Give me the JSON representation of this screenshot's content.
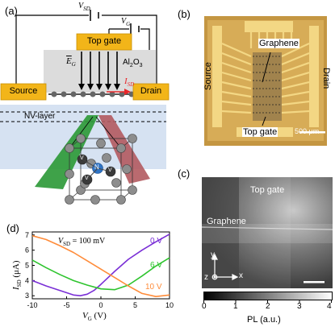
{
  "panel_a": {
    "label": "(a)",
    "vsd": "V",
    "vsd_sub": "SD",
    "vg": "V",
    "vg_sub": "G",
    "top_gate": "Top gate",
    "eg": "E",
    "eg_sub": "G",
    "al2o3": "Al",
    "al2o3_sub1": "2",
    "al2o3_mid": "O",
    "al2o3_sub2": "3",
    "isd": "I",
    "isd_sub": "SD",
    "source": "Source",
    "drain": "Drain",
    "nv_layer": "NV-layer",
    "v_atom": "V",
    "n_atom": "N"
  },
  "panel_b": {
    "label": "(b)",
    "graphene": "Graphene",
    "source": "Source",
    "drain": "Drain",
    "top_gate": "Top gate",
    "scale": "500 μm"
  },
  "panel_c": {
    "label": "(c)",
    "top_gate": "Top gate",
    "graphene": "Graphene",
    "axis_y": "y",
    "axis_z": "z",
    "axis_x": "x",
    "colorbar_ticks": [
      "0",
      "1",
      "2",
      "3",
      "4"
    ],
    "colorbar_label": "PL (a.u.)"
  },
  "panel_d": {
    "label": "(d)",
    "annotation": "V",
    "annotation_sub": "SD",
    "annotation_rest": " = 100 mV",
    "colors": {
      "0V": "#7a2fd6",
      "6V": "#2ec42e",
      "10V": "#ff8c3a"
    }
  },
  "chart_data": {
    "type": "line",
    "xlabel": "V",
    "xlabel_sub": "G",
    "xlabel_unit": " (V)",
    "ylabel": "I",
    "ylabel_sub": "SD",
    "ylabel_unit": " (μA)",
    "xlim": [
      -10,
      10
    ],
    "ylim": [
      2.8,
      7.2
    ],
    "xticks": [
      "-10",
      "-5",
      "0",
      "5",
      "10"
    ],
    "yticks": [
      "3",
      "4",
      "5",
      "6",
      "7"
    ],
    "series": [
      {
        "name": "0 V",
        "color": "#7a2fd6",
        "x": [
          -10,
          -8,
          -6,
          -4,
          -3,
          -2,
          -1,
          0,
          2,
          4,
          6,
          8,
          10
        ],
        "y": [
          4.0,
          3.65,
          3.35,
          3.05,
          3.0,
          3.1,
          3.35,
          3.75,
          4.6,
          5.4,
          6.0,
          6.55,
          7.05
        ]
      },
      {
        "name": "6 V",
        "color": "#2ec42e",
        "x": [
          -10,
          -8,
          -6,
          -4,
          -2,
          0,
          2,
          4,
          6,
          8,
          10
        ],
        "y": [
          5.35,
          4.85,
          4.4,
          4.0,
          3.7,
          3.45,
          3.4,
          3.7,
          4.3,
          4.95,
          5.5
        ]
      },
      {
        "name": "10 V",
        "color": "#ff8c3a",
        "x": [
          -10,
          -8,
          -6,
          -4,
          -2,
          0,
          2,
          4,
          6,
          8,
          10
        ],
        "y": [
          6.95,
          6.7,
          6.3,
          5.85,
          5.3,
          4.75,
          4.2,
          3.65,
          3.15,
          2.95,
          3.05
        ]
      }
    ]
  }
}
